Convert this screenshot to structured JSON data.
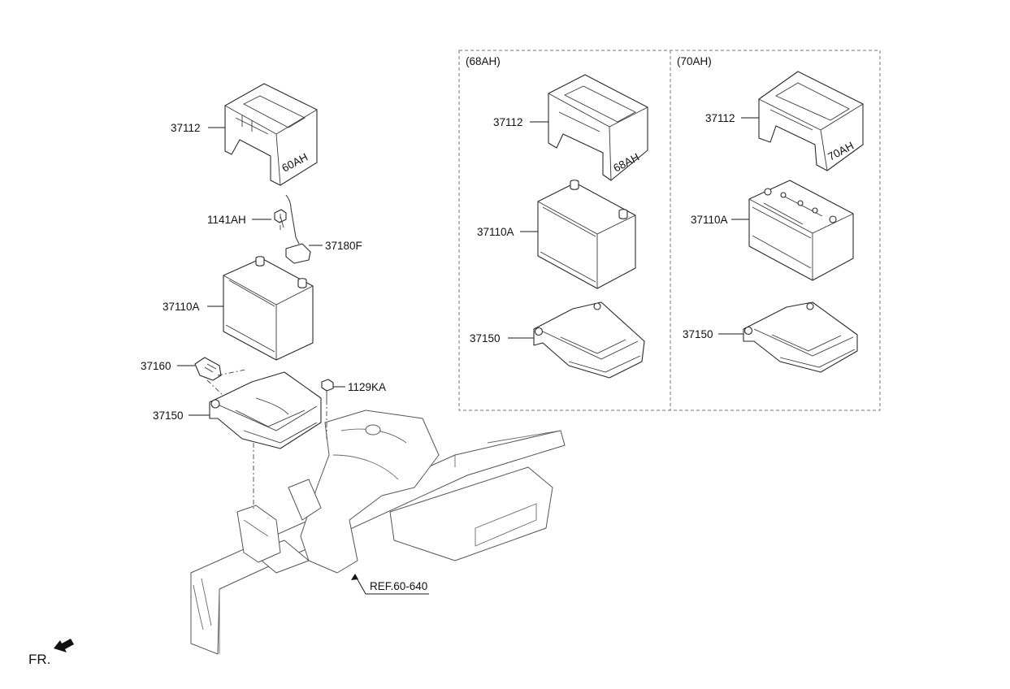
{
  "colors": {
    "line": "#2a2a2a",
    "label": "#111111",
    "background": "#ffffff"
  },
  "main": {
    "cover_label": "37112",
    "bolt_label": "1141AH",
    "cable_label": "37180F",
    "battery_label": "37110A",
    "clamp_label": "37160",
    "tray_label": "37150",
    "tray_bolt_label": "1129KA",
    "ref_label": "REF.60-640"
  },
  "variant_68ah": {
    "title": "(68AH)",
    "cover_label": "37112",
    "battery_label": "37110A",
    "tray_label": "37150"
  },
  "variant_70ah": {
    "title": "(70AH)",
    "cover_label": "37112",
    "battery_label": "37110A",
    "tray_label": "37150"
  },
  "front_indicator": {
    "label": "FR."
  }
}
